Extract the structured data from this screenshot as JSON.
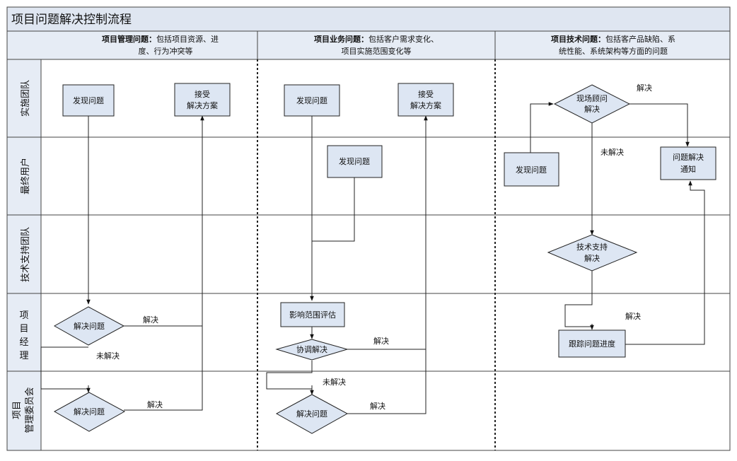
{
  "title": "项目问题解决控制流程",
  "columns": [
    {
      "bold": "项目管理问题：",
      "rest": "包括项目资源、进",
      "line2": "度、行为冲突等"
    },
    {
      "bold": "项目业务问题：",
      "rest": "包括客户需求变化、",
      "line2": "项目实施范围变化等"
    },
    {
      "bold": "项目技术问题：",
      "rest": "包括客产品缺陷、系",
      "line2": "统性能、系统架构等方面的问题"
    }
  ],
  "lanes": {
    "implementation_team": "实施团队",
    "end_user": "最终用户",
    "tech_support": "技术支持团队",
    "pm": [
      "项",
      "目",
      "经",
      "理"
    ],
    "committee_line1": "项目",
    "committee_line2": "管理委员会"
  },
  "nodes": {
    "c1_discover": "发现问题",
    "c1_accept": [
      "接受",
      "解决方案"
    ],
    "c1_pm_resolve": "解决问题",
    "c1_committee_resolve": "解决问题",
    "c2_impl_discover": "发现问题",
    "c2_accept": [
      "接受",
      "解决方案"
    ],
    "c2_user_discover": "发现问题",
    "c2_assess": "影响范围评估",
    "c2_coordinate": "协调解决",
    "c2_committee_resolve": "解决问题",
    "c3_onsite": [
      "现场顾问",
      "解决"
    ],
    "c3_user_discover": "发现问题",
    "c3_notify": [
      "问题解决",
      "通知"
    ],
    "c3_tech_resolve": [
      "技术支持",
      "解决"
    ],
    "c3_track": "跟踪问题进度"
  },
  "edge_labels": {
    "resolved": "解决",
    "unresolved": "未解决"
  }
}
